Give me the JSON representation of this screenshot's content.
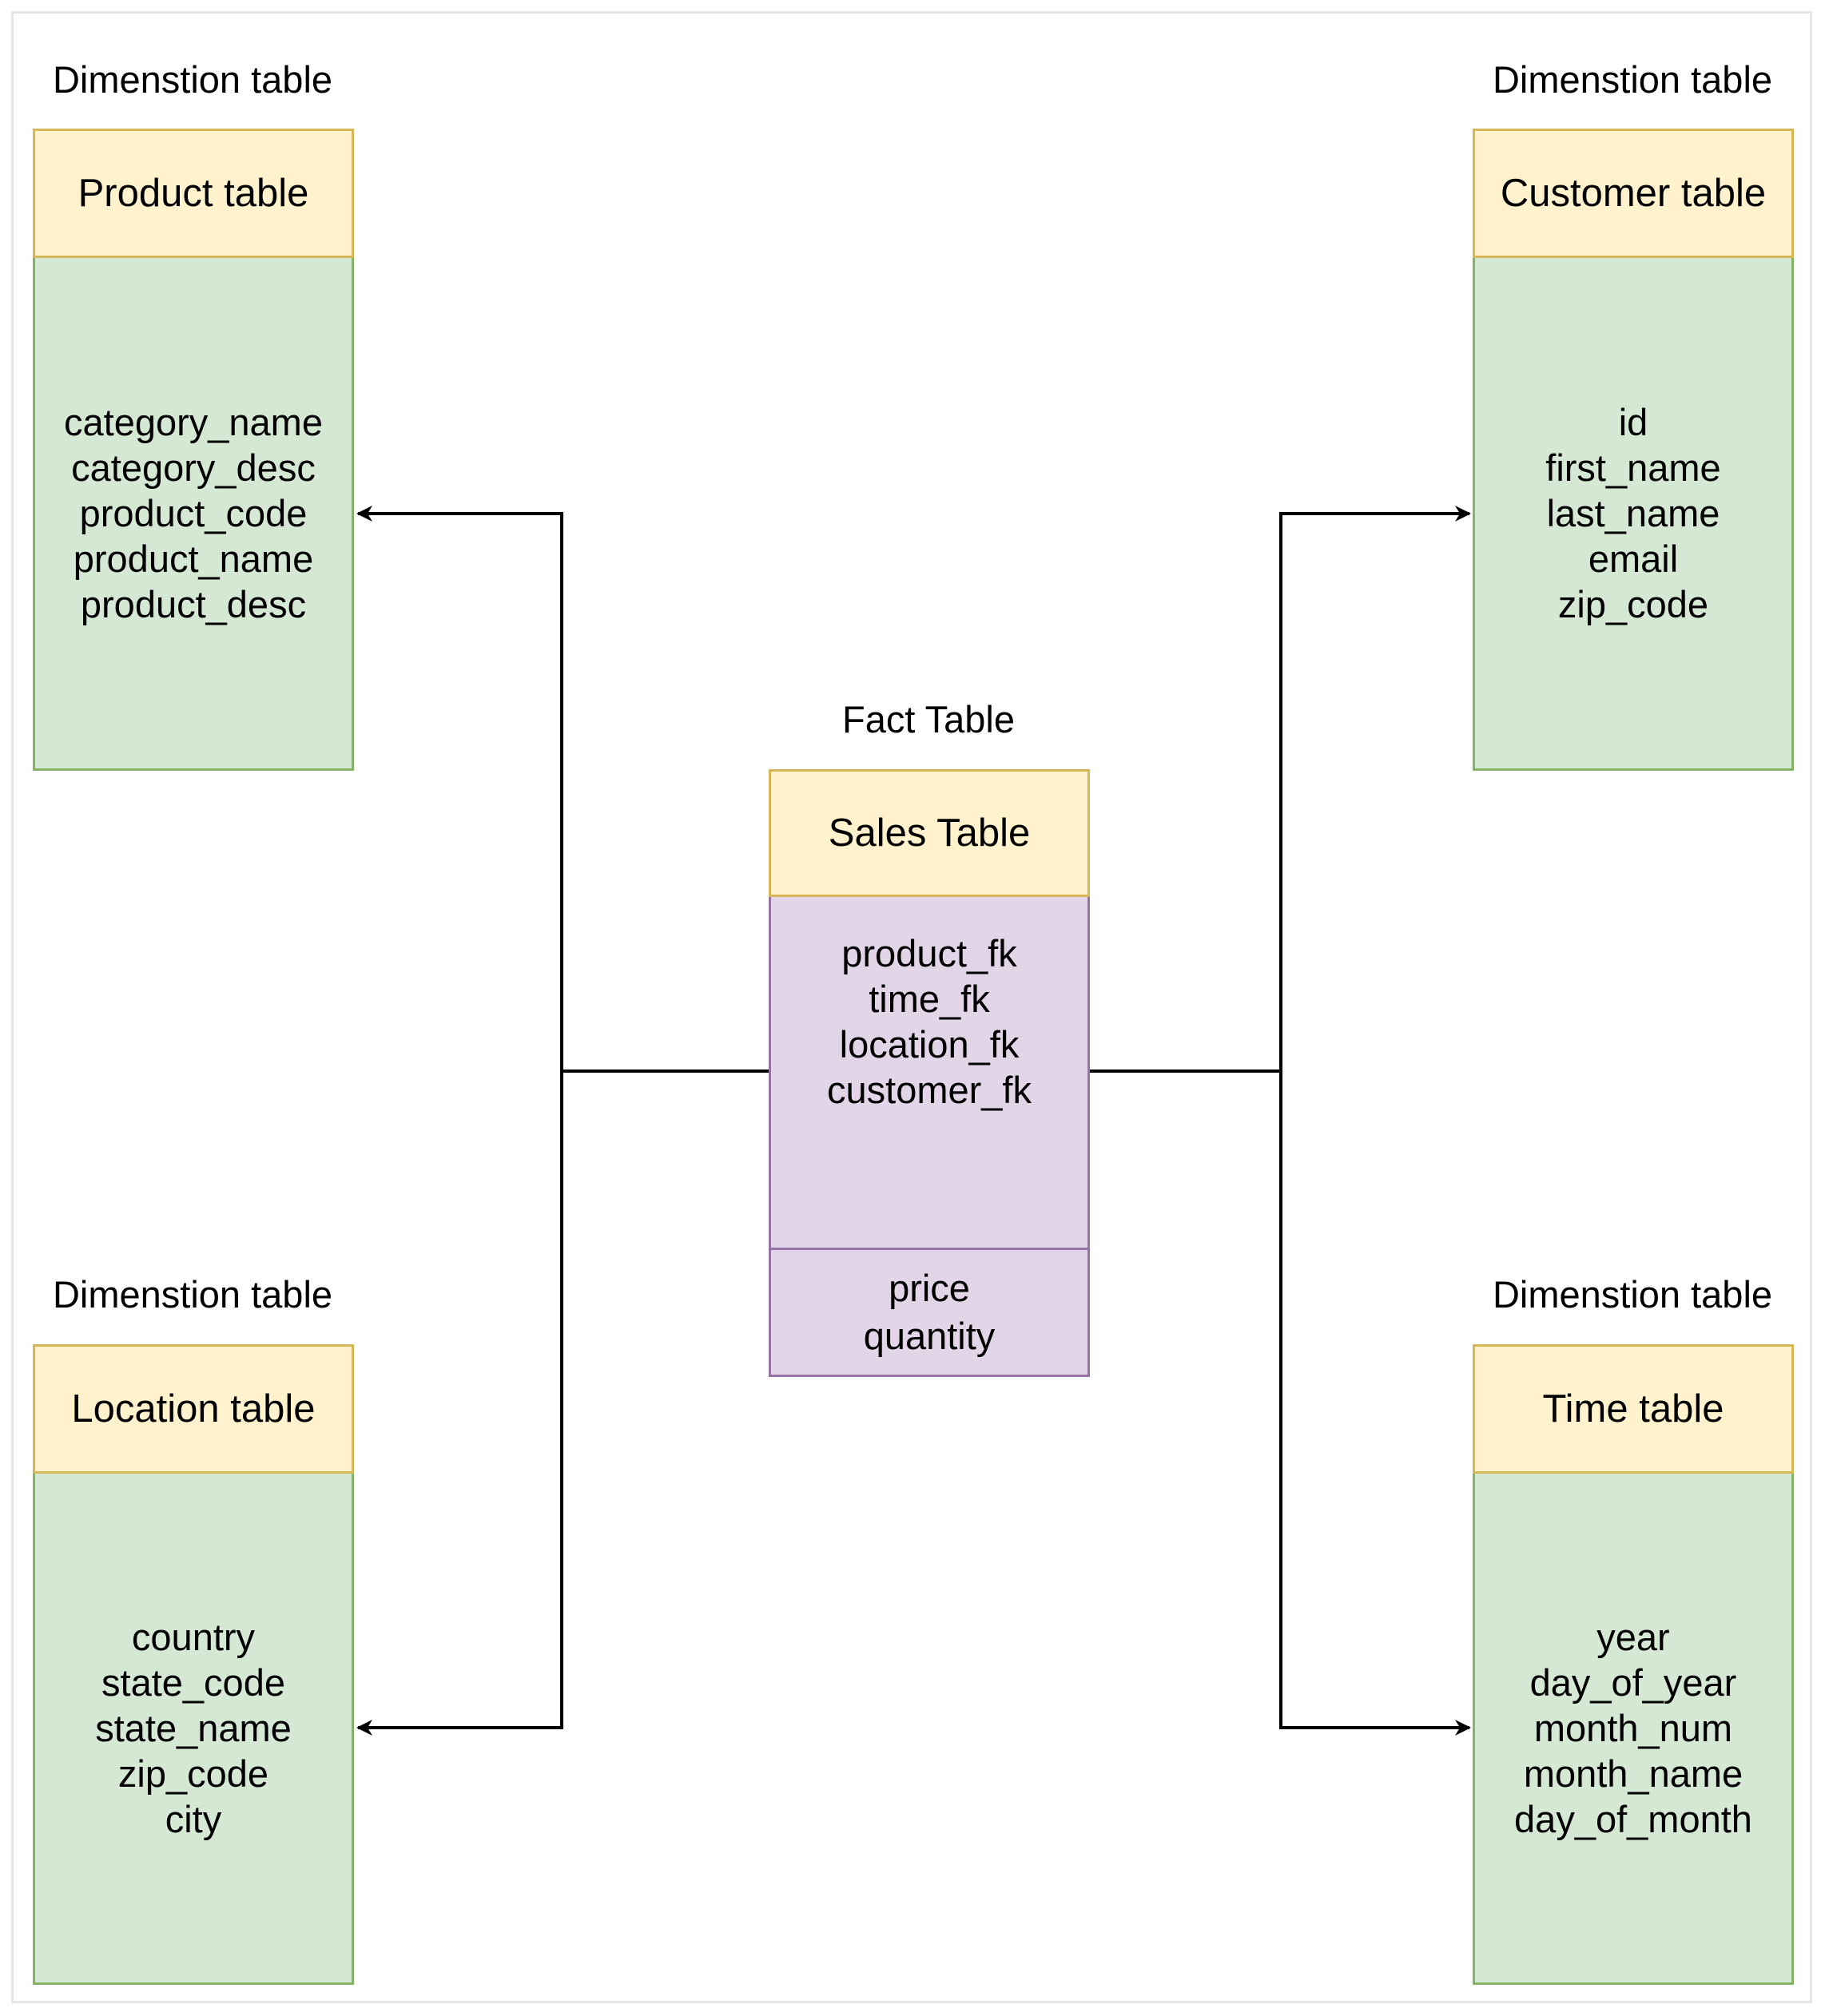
{
  "fact": {
    "caption": "Fact Table",
    "title": "Sales Table",
    "keys": [
      "product_fk",
      "time_fk",
      "location_fk",
      "customer_fk"
    ],
    "measures": [
      "price",
      "quantity"
    ]
  },
  "dimensions": {
    "product": {
      "caption": "Dimenstion table",
      "title": "Product table",
      "fields": [
        "category_name",
        "category_desc",
        "product_code",
        "product_name",
        "product_desc"
      ]
    },
    "customer": {
      "caption": "Dimenstion table",
      "title": "Customer table",
      "fields": [
        "id",
        "first_name",
        "last_name",
        "email",
        "zip_code"
      ]
    },
    "location": {
      "caption": "Dimenstion table",
      "title": "Location table",
      "fields": [
        "country",
        "state_code",
        "state_name",
        "zip_code",
        "city"
      ]
    },
    "time": {
      "caption": "Dimenstion table",
      "title": "Time table",
      "fields": [
        "year",
        "day_of_year",
        "month_num",
        "month_name",
        "day_of_month"
      ]
    }
  },
  "colors": {
    "header_fill": "#fff2cc",
    "header_stroke": "#d6b656",
    "dimension_fill": "#d5e8d4",
    "dimension_stroke": "#82b366",
    "fact_fill": "#e1d5e7",
    "fact_stroke": "#9673a6"
  }
}
